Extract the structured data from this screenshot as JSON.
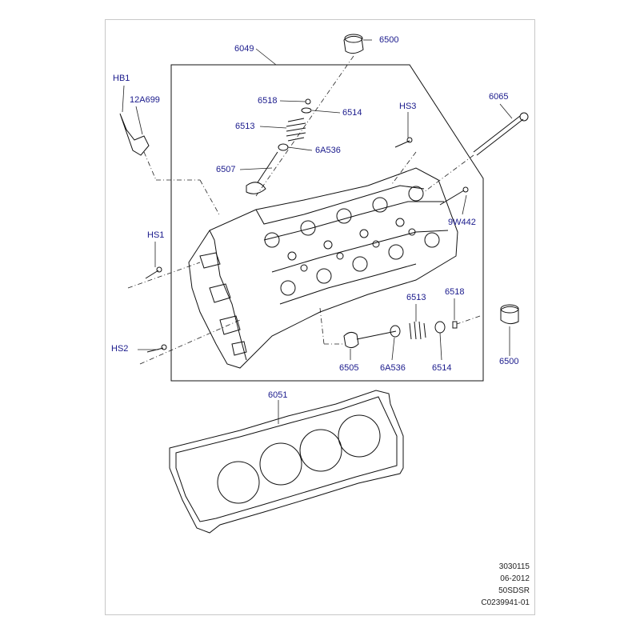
{
  "labels": {
    "l6049": "6049",
    "l6500a": "6500",
    "l6518a": "6518",
    "l6514a": "6514",
    "l6513a": "6513",
    "l6a536a": "6A536",
    "l6507": "6507",
    "lhs3": "HS3",
    "l6065": "6065",
    "lhb1": "HB1",
    "l12a699": "12A699",
    "lhs1": "HS1",
    "l9w442": "9W442",
    "lhs2": "HS2",
    "l6513b": "6513",
    "l6518b": "6518",
    "l6505": "6505",
    "l6a536b": "6A536",
    "l6514b": "6514",
    "l6500b": "6500",
    "l6051": "6051"
  },
  "footer": {
    "line1": "3030115",
    "line2": "06-2012",
    "line3": "50SDSR",
    "line4": "C0239941-01"
  },
  "colors": {
    "label": "#1a1a8c",
    "linework": "#111111",
    "leader": "#222222"
  }
}
